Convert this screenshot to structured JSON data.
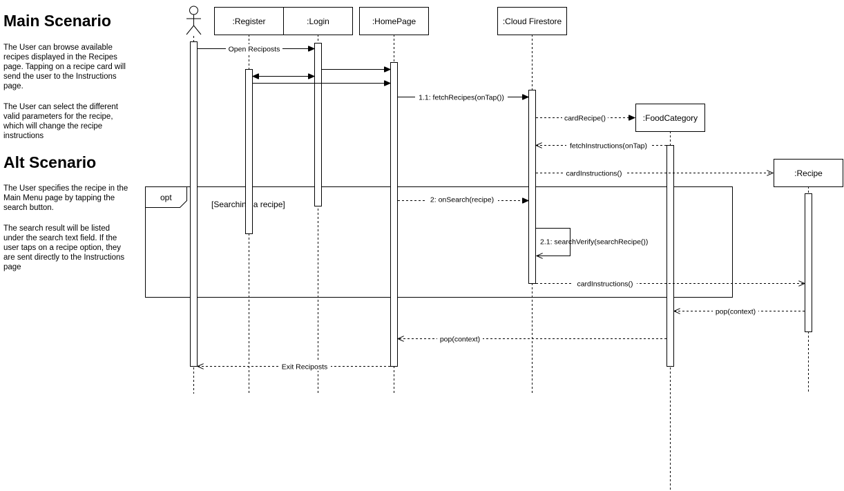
{
  "side_panel": {
    "main_heading": "Main Scenario",
    "main_paragraph_1": "The User can browse available recipes displayed in the Recipes page. Tapping on a recipe card will send the user to the Instructions page.",
    "main_paragraph_2": "The User can select the different valid parameters for the recipe, which will change the recipe instructions",
    "alt_heading": "Alt Scenario",
    "alt_paragraph_1": "The User specifies the recipe in the Main Menu page by tapping the search button.",
    "alt_paragraph_2": "The search result will be listed under the search text field. If the user taps on a recipe option, they are sent directly to the Instructions page"
  },
  "participants": {
    "register": ":Register",
    "login": ":Login",
    "homepage": ":HomePage",
    "firestore": ":Cloud Firestore",
    "foodcategory": ":FoodCategory",
    "recipe": ":Recipe"
  },
  "fragment": {
    "operator": "opt",
    "guard": "[Searching a recipe]"
  },
  "messages": [
    {
      "id": "open",
      "label": "Open Reciposts",
      "style": "solid",
      "from": "user",
      "to": "login"
    },
    {
      "id": "login-home",
      "label": "",
      "style": "solid",
      "from": "login",
      "to": "homepage"
    },
    {
      "id": "register-login",
      "label": "",
      "style": "solid-both",
      "from": "register",
      "to": "login"
    },
    {
      "id": "register-home",
      "label": "",
      "style": "solid",
      "from": "register",
      "to": "homepage"
    },
    {
      "id": "fetch-recipes",
      "label": "1.1: fetchRecipes(onTap())",
      "style": "solid",
      "from": "homepage",
      "to": "firestore"
    },
    {
      "id": "card-recipe",
      "label": "cardRecipe()",
      "style": "dashed",
      "from": "firestore",
      "to": "foodcategory"
    },
    {
      "id": "fetch-instructions",
      "label": "fetchInstructions(onTap)",
      "style": "dashed",
      "from": "foodcategory",
      "to": "firestore"
    },
    {
      "id": "card-instructions-1",
      "label": "cardInstructions()",
      "style": "dashed",
      "from": "firestore",
      "to": "recipe"
    },
    {
      "id": "on-search",
      "label": "2: onSearch(recipe)",
      "style": "dashed",
      "from": "homepage",
      "to": "firestore"
    },
    {
      "id": "search-verify",
      "label": "2.1: searchVerify(searchRecipe())",
      "style": "self",
      "from": "firestore",
      "to": "firestore"
    },
    {
      "id": "card-instructions-2",
      "label": "cardInstructions()",
      "style": "dashed",
      "from": "firestore",
      "to": "recipe"
    },
    {
      "id": "pop-recipe",
      "label": "pop(context)",
      "style": "dashed",
      "from": "recipe",
      "to": "foodcategory"
    },
    {
      "id": "pop-foodcategory",
      "label": "pop(context)",
      "style": "dashed",
      "from": "foodcategory",
      "to": "homepage"
    },
    {
      "id": "exit",
      "label": "Exit Reciposts",
      "style": "dashed",
      "from": "homepage",
      "to": "user"
    }
  ]
}
